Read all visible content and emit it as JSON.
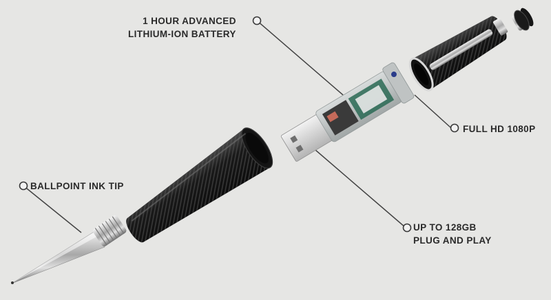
{
  "callouts": {
    "battery": {
      "line1": "1 HOUR ADVANCED",
      "line2": "LITHIUM-ION BATTERY"
    },
    "camera": {
      "text": "FULL HD 1080P"
    },
    "ink_tip": {
      "text": "BALLPOINT INK TIP"
    },
    "storage": {
      "line1": "UP TO 128GB",
      "line2": "PLUG AND PLAY"
    }
  },
  "colors": {
    "background": "#e6e6e4",
    "callout_line": "#444444",
    "pen_body": "#1b1b1b",
    "chrome": "#c9c9c9"
  }
}
